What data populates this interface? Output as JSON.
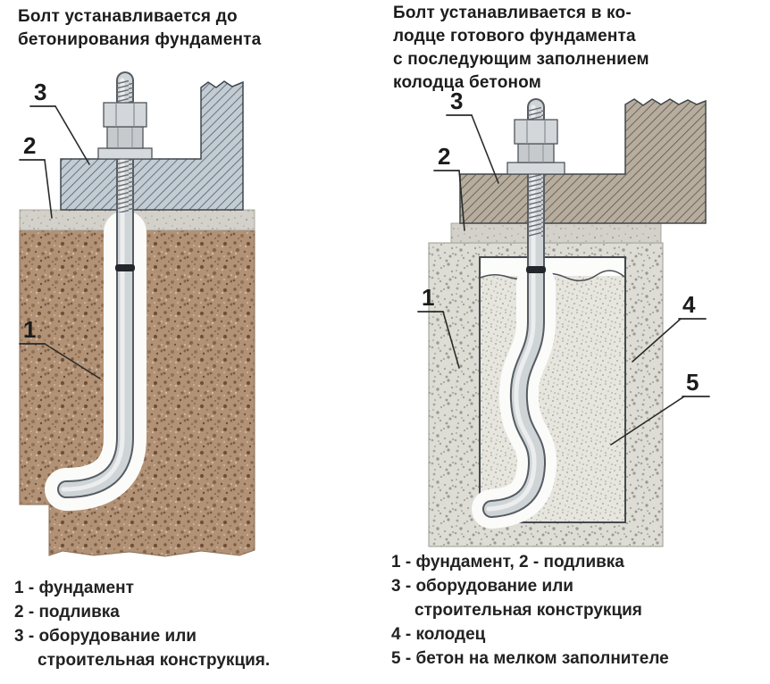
{
  "left_panel": {
    "title_lines": [
      "Болт устанавливается до",
      "бетонирования фундамента"
    ],
    "callouts": {
      "c1": "1",
      "c2": "2",
      "c3": "3"
    },
    "legend_lines": [
      "1 - фундамент",
      "2 - подливка",
      "3 - оборудование или",
      "строительная конструкция."
    ]
  },
  "right_panel": {
    "title_lines": [
      "Болт устанавливается в ко-",
      "лодце готового фундамента",
      "с последующим заполнением",
      "колодца бетоном"
    ],
    "callouts": {
      "c1": "1",
      "c2": "2",
      "c3": "3",
      "c4": "4",
      "c5": "5"
    },
    "legend_lines": [
      "1 - фундамент, 2 - подливка",
      "3 - оборудование или",
      "строительная конструкция",
      "4 - колодец",
      "5 - бетон на мелком заполнителе"
    ]
  },
  "colors": {
    "text": "#1c1c1c",
    "foundation_brown": "#b29276",
    "concrete_gray": "#dddcd5",
    "well_fine_concrete": "#e6e5de",
    "grout": "#d3d1c9",
    "hatch_left_bg": "#c3ccd3",
    "hatch_right_bg": "#b7ad9e",
    "bolt_metal": "#cfd4d7",
    "bolt_outline": "#565c62",
    "leader": "#2a2a2a"
  }
}
